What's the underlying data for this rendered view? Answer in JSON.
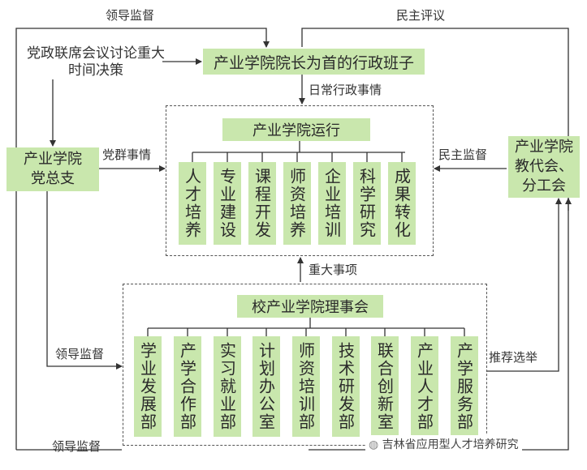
{
  "nodes": {
    "top_admin": "产业学院院长为首的行政班子",
    "party_branch": "产业学院党总支",
    "operation": "产业学院运行",
    "staff_congress": "产业学院教代会、分工会",
    "council": "校产业学院理事会",
    "party_discussion": "党政联席会议讨论重大时间决策"
  },
  "operation_items": [
    "人才培养",
    "专业建设",
    "课程开发",
    "师资培养",
    "企业培训",
    "科学研究",
    "成果转化"
  ],
  "council_items": [
    "学业发展部",
    "产学合作部",
    "实习就业部",
    "计划办公室",
    "师资培训部",
    "技术研发部",
    "联合创新室",
    "产业人才部",
    "产学服务部"
  ],
  "labels": {
    "leadership_top": "领导监督",
    "democratic_review": "民主评议",
    "daily_admin": "日常行政事情",
    "party_mass": "党群事情",
    "democratic_supervision": "民主监督",
    "major_matters": "重大事项",
    "leadership_mid": "领导监督",
    "recommend_elect": "推荐选举",
    "leadership_bottom": "领导监督"
  },
  "watermark": "吉林省应用型人才培养研究",
  "colors": {
    "box_fill": "#c9e7ad",
    "line": "#333333"
  }
}
